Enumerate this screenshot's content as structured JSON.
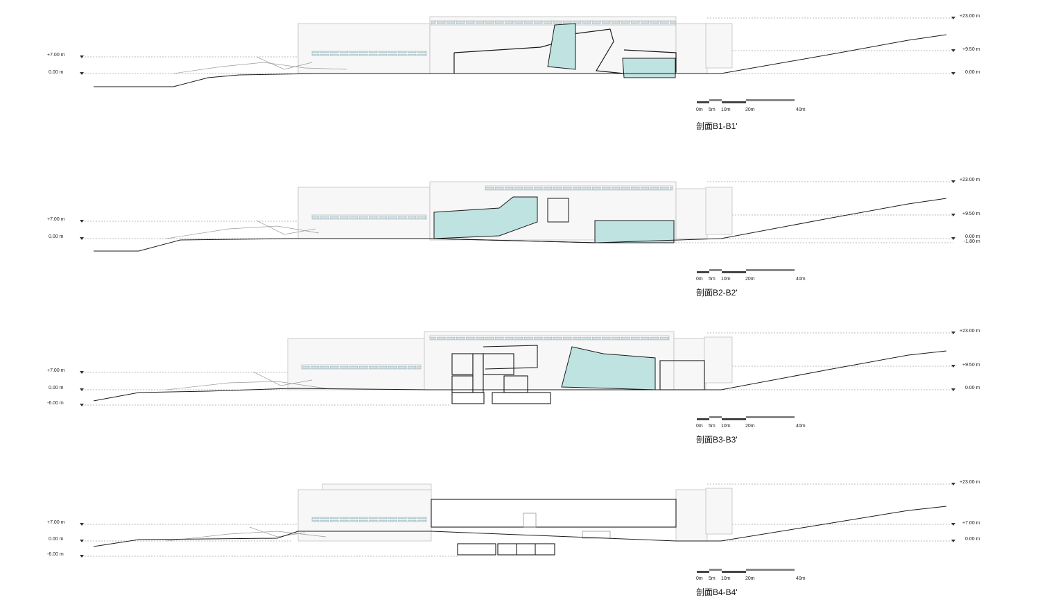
{
  "sheet": {
    "sections": [
      {
        "title": "剖面B1-B1'",
        "left_levels": [
          "+7.00 m",
          "0.00 m"
        ],
        "right_levels": [
          "+23.00 m",
          "+9.50 m",
          "0.00 m"
        ]
      },
      {
        "title": "剖面B2-B2'",
        "left_levels": [
          "+7.00 m",
          "0.00 m"
        ],
        "right_levels": [
          "+23.00 m",
          "+9.50 m",
          "0.00 m",
          "-1.80 m"
        ]
      },
      {
        "title": "剖面B3-B3'",
        "left_levels": [
          "+7.00 m",
          "0.00 m",
          "-6.00 m"
        ],
        "right_levels": [
          "+23.00 m",
          "+9.50 m",
          "0.00 m"
        ]
      },
      {
        "title": "剖面B4-B4'",
        "left_levels": [
          "+7.00 m",
          "0.00 m",
          "-6.00 m"
        ],
        "right_levels": [
          "+23.00 m",
          "+7.00 m",
          "0.00 m"
        ]
      }
    ],
    "scale_bar": {
      "labels": [
        "0m",
        "5m",
        "10m",
        "20m",
        "40m"
      ]
    },
    "colors": {
      "highlight": "#bfe3e0",
      "line": "#222222",
      "guide": "#777777"
    }
  }
}
